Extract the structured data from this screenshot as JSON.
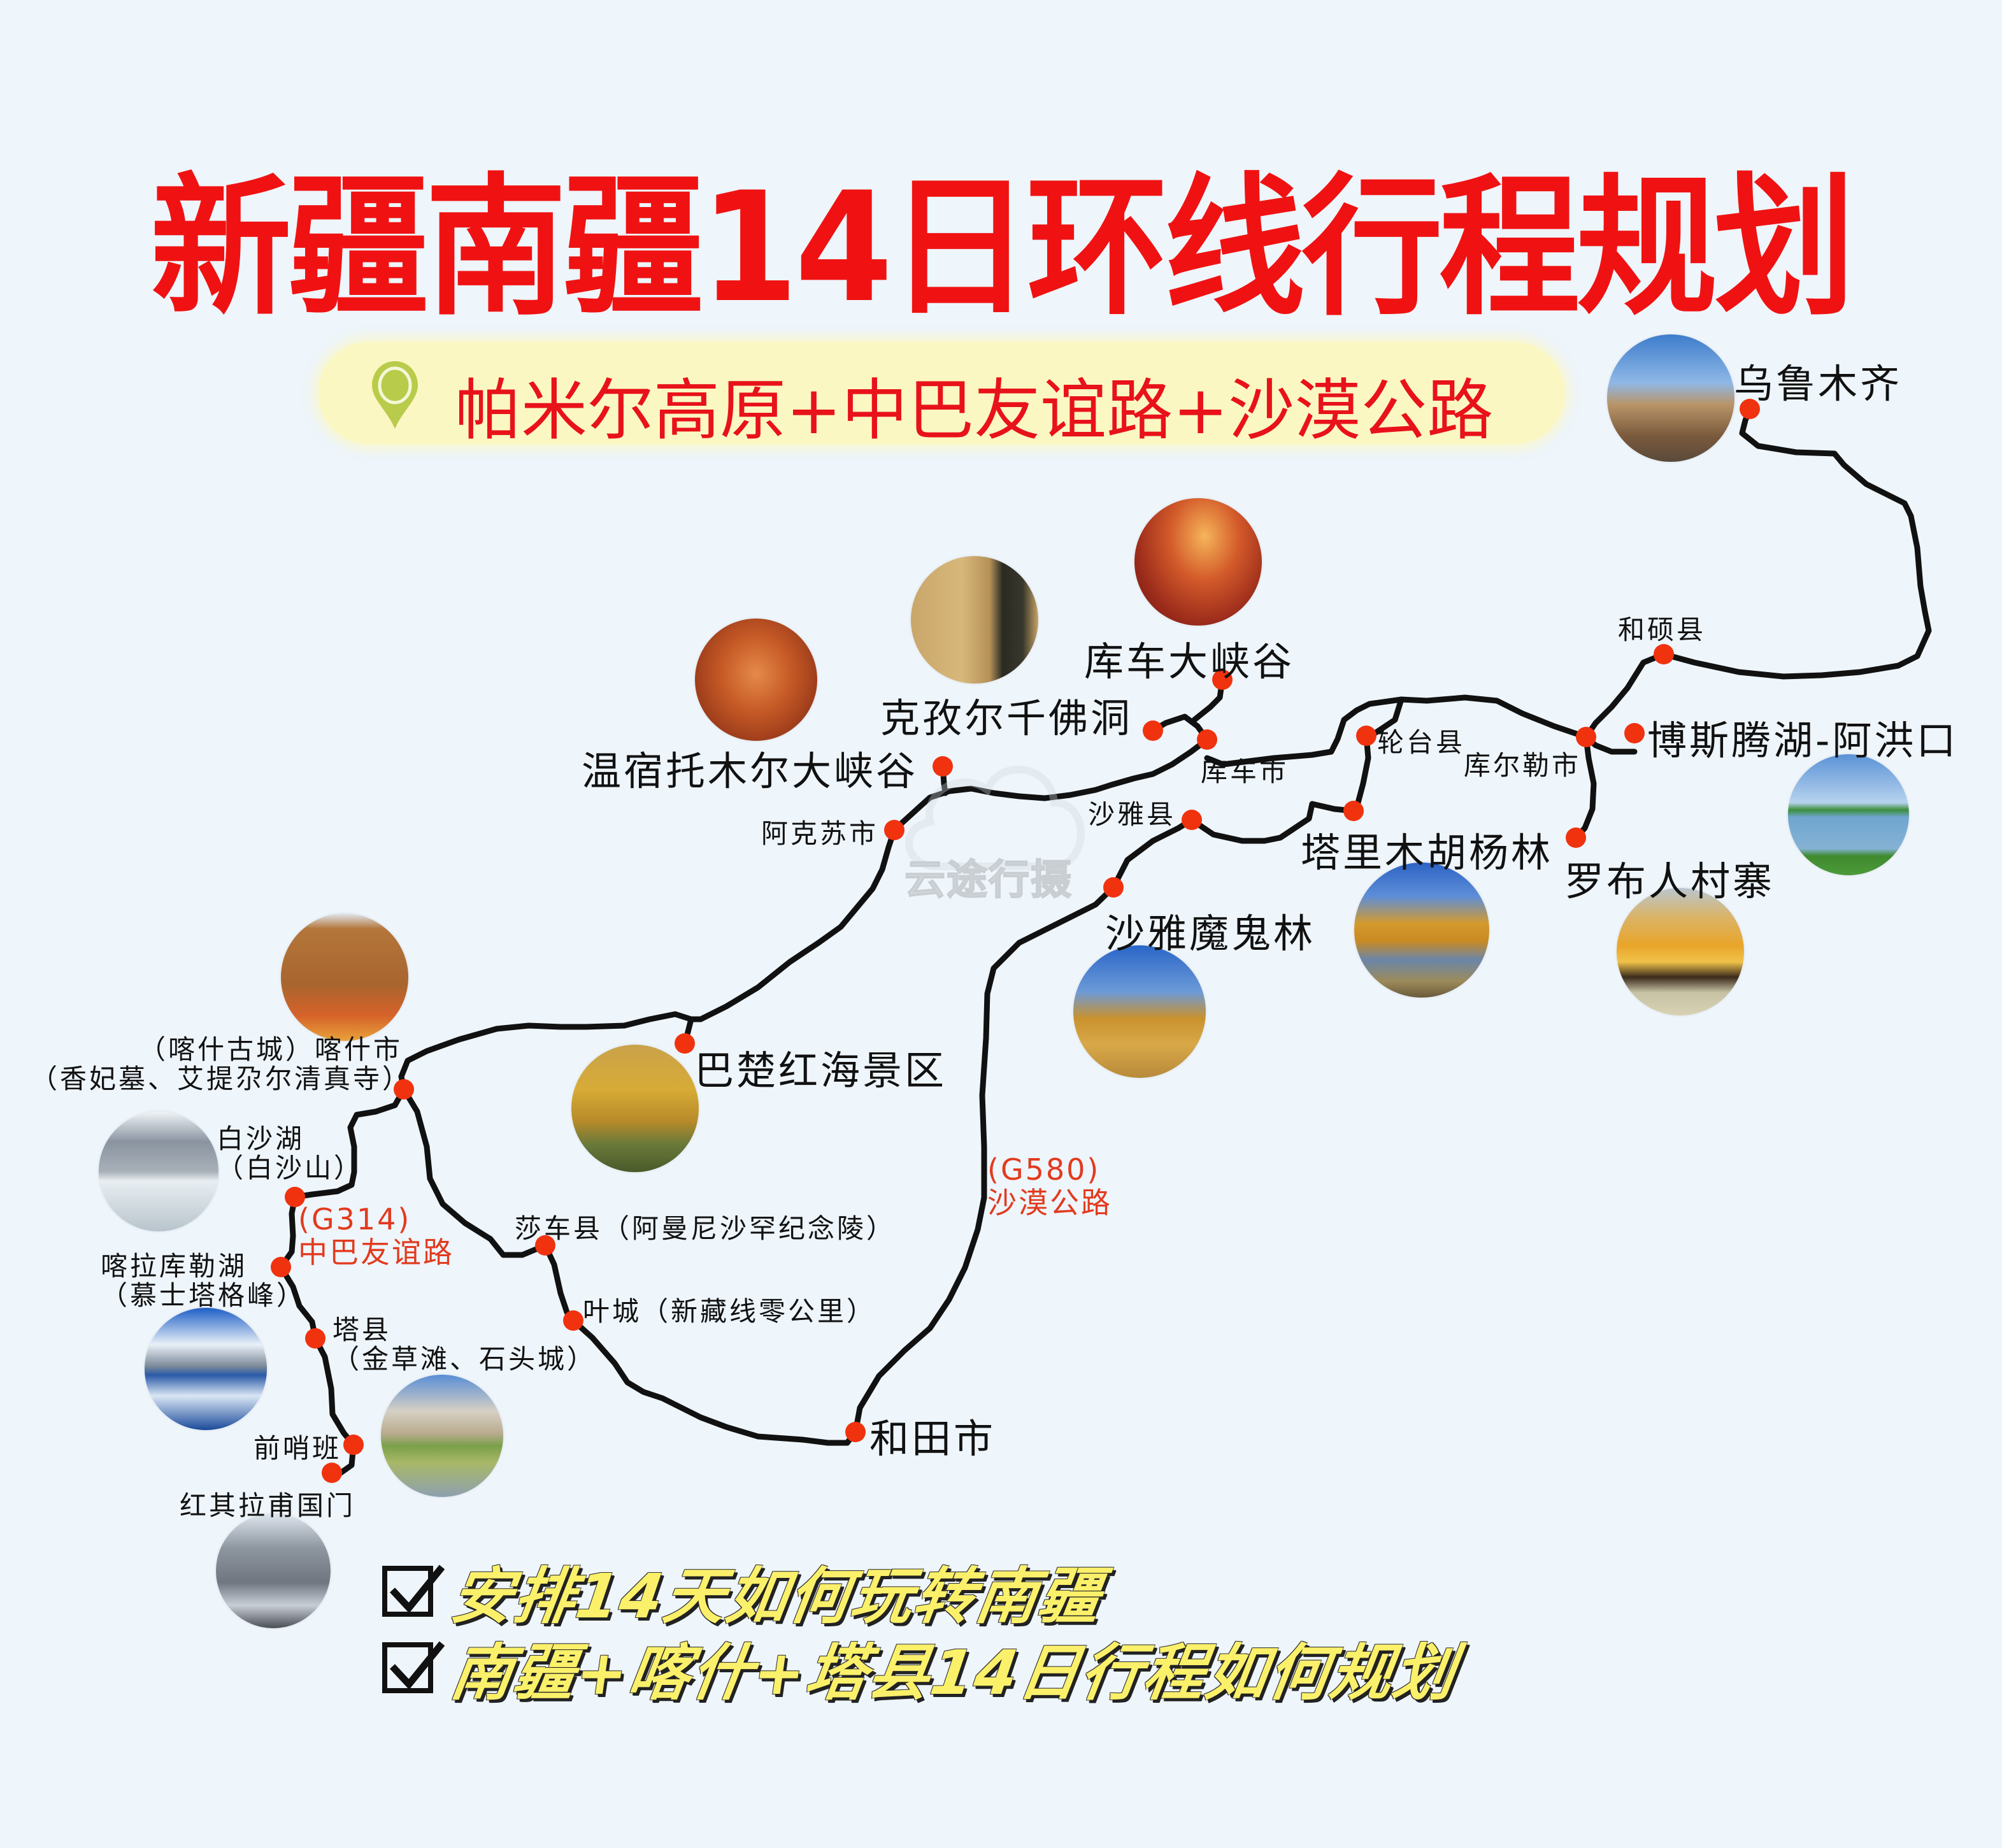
{
  "header": {
    "title": "新疆南疆14日环线行程规划",
    "subtitle": "帕米尔高原+中巴友谊路+沙漠公路",
    "pin_icon": "location-pin-icon"
  },
  "colors": {
    "background": "#eef5fb",
    "title_red": "#f01212",
    "subtitle_red": "#e8121a",
    "pill_yellow": "#fbf7c2",
    "pin_green": "#b9cb4a",
    "dot_red": "#f0320f",
    "route_black": "#111111",
    "road_label_red": "#e23a1e",
    "checklist_yellow": "#fbf06a"
  },
  "stops": [
    {
      "id": "urumqi",
      "name": "乌鲁木齐",
      "photo": "urumqi-mosque-photo"
    },
    {
      "id": "heshuo",
      "name": "和硕县"
    },
    {
      "id": "bosten",
      "name": "博斯腾湖-阿洪口",
      "photo": "bosten-lake-photo"
    },
    {
      "id": "korla",
      "name": "库尔勒市"
    },
    {
      "id": "lopnur",
      "name": "罗布人村寨",
      "photo": "lop-village-camels-photo"
    },
    {
      "id": "luntai",
      "name": "轮台县"
    },
    {
      "id": "tarim",
      "name": "塔里木胡杨林",
      "photo": "tarim-poplar-photo"
    },
    {
      "id": "kuqa",
      "name": "库车市"
    },
    {
      "id": "kuqa_canyon",
      "name": "库车大峡谷",
      "photo": "kuqa-canyon-photo"
    },
    {
      "id": "kizil",
      "name": "克孜尔千佛洞",
      "photo": "kizil-caves-photo"
    },
    {
      "id": "shaya",
      "name": "沙雅县"
    },
    {
      "id": "shaya_forest",
      "name": "沙雅魔鬼林",
      "photo": "shaya-forest-photo"
    },
    {
      "id": "wensu",
      "name": "温宿托木尔大峡谷",
      "photo": "wensu-canyon-photo"
    },
    {
      "id": "aksu",
      "name": "阿克苏市"
    },
    {
      "id": "bachu",
      "name": "巴楚红海景区",
      "photo": "bachu-red-sea-photo"
    },
    {
      "id": "kashgar",
      "name_line1": "（喀什古城）喀什市",
      "name_line2": "（香妃墓、艾提尕尔清真寺）",
      "photo": "kashgar-old-city-photo"
    },
    {
      "id": "baisha",
      "name_line1": "白沙湖",
      "name_line2": "（白沙山）",
      "photo": "baisha-lake-photo"
    },
    {
      "id": "karakul",
      "name_line1": "喀拉库勒湖",
      "name_line2": "（慕士塔格峰）",
      "photo": "karakul-lake-photo"
    },
    {
      "id": "taxian",
      "name_line1": "塔县",
      "name_line2": "（金草滩、石头城）",
      "photo": "tashkurgan-photo"
    },
    {
      "id": "qianshao",
      "name": "前哨班"
    },
    {
      "id": "khunjerab",
      "name": "红其拉甫国门",
      "photo": "khunjerab-pass-photo"
    },
    {
      "id": "shache",
      "name": "莎车县（阿曼尼沙罕纪念陵）"
    },
    {
      "id": "yecheng",
      "name": "叶城（新藏线零公里）"
    },
    {
      "id": "hotan",
      "name": "和田市"
    }
  ],
  "roads": [
    {
      "code": "(G314)",
      "name": "中巴友谊路"
    },
    {
      "code": "(G580)",
      "name": "沙漠公路"
    }
  ],
  "watermark": {
    "text": "云途行摄",
    "icon": "cloud-icon"
  },
  "checklist": [
    {
      "text": "安排14天如何玩转南疆",
      "checked": true
    },
    {
      "text": "南疆+喀什+塔县14日行程如何规划",
      "checked": true
    }
  ]
}
